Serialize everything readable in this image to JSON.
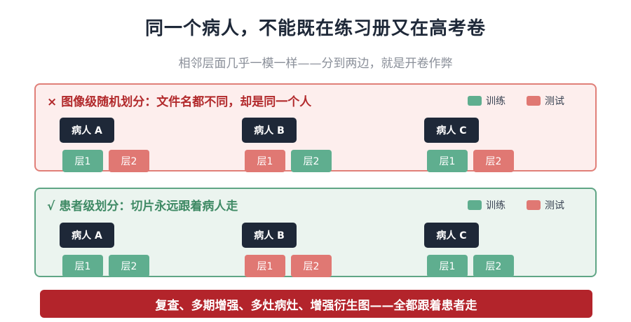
{
  "title": "同一个病人，不能既在练习册又在高考卷",
  "subtitle": "相邻层面几乎一模一样——分到两边，就是开卷作弊",
  "colors": {
    "train": "#5fae8f",
    "test": "#e07873",
    "dark": "#1e2838",
    "banner": "#b3242b"
  },
  "legend": {
    "train": "训练",
    "test": "测试"
  },
  "panels": {
    "bad": {
      "mark": "×",
      "heading": "图像级随机划分：文件名都不同，却是同一个人",
      "patients": [
        {
          "label": "病人 A",
          "layers": [
            {
              "label": "层1",
              "split": "train"
            },
            {
              "label": "层2",
              "split": "test"
            }
          ]
        },
        {
          "label": "病人 B",
          "layers": [
            {
              "label": "层1",
              "split": "test"
            },
            {
              "label": "层2",
              "split": "train"
            }
          ]
        },
        {
          "label": "病人 C",
          "layers": [
            {
              "label": "层1",
              "split": "train"
            },
            {
              "label": "层2",
              "split": "test"
            }
          ]
        }
      ]
    },
    "good": {
      "mark": "√",
      "heading": "患者级划分：切片永远跟着病人走",
      "patients": [
        {
          "label": "病人 A",
          "layers": [
            {
              "label": "层1",
              "split": "train"
            },
            {
              "label": "层2",
              "split": "train"
            }
          ]
        },
        {
          "label": "病人 B",
          "layers": [
            {
              "label": "层1",
              "split": "test"
            },
            {
              "label": "层2",
              "split": "test"
            }
          ]
        },
        {
          "label": "病人 C",
          "layers": [
            {
              "label": "层1",
              "split": "train"
            },
            {
              "label": "层2",
              "split": "train"
            }
          ]
        }
      ]
    }
  },
  "banner": "复查、多期增强、多灶病灶、增强衍生图——全都跟着患者走"
}
